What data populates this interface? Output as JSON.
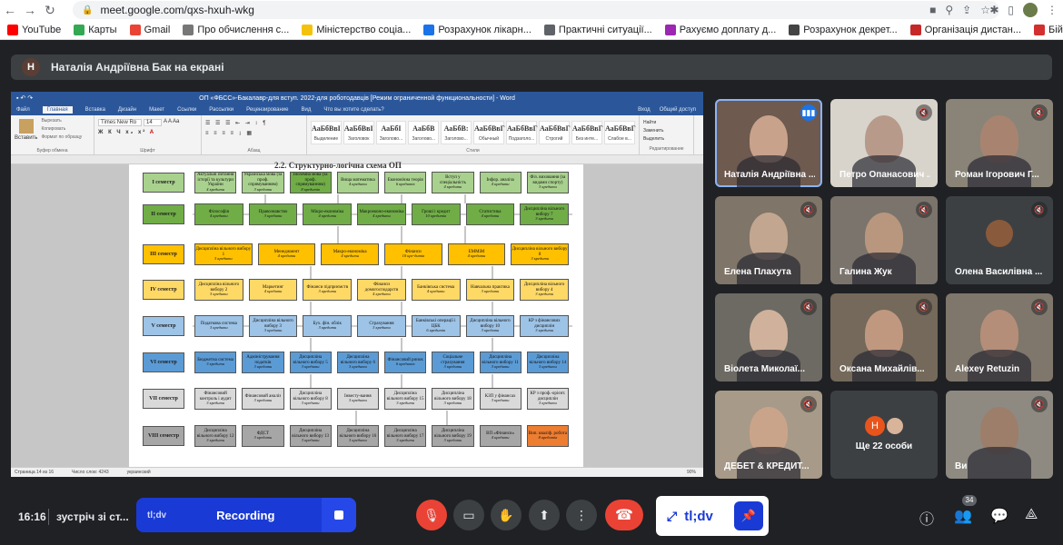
{
  "browser": {
    "url": "meet.google.com/qxs-hxuh-wkg",
    "bookmarks": [
      {
        "label": "YouTube",
        "color": "#ff0000"
      },
      {
        "label": "Карты",
        "color": "#34a853"
      },
      {
        "label": "Gmail",
        "color": "#ea4335"
      },
      {
        "label": "Про обчислення с...",
        "color": "#777777"
      },
      {
        "label": "Міністерство соціа...",
        "color": "#f4c20d"
      },
      {
        "label": "Розрахунок лікарн...",
        "color": "#1a73e8"
      },
      {
        "label": "Практичні ситуації...",
        "color": "#5f6368"
      },
      {
        "label": "Рахуємо доплату д...",
        "color": "#9c27b0"
      },
      {
        "label": "Розрахунок декрет...",
        "color": "#444444"
      },
      {
        "label": "Організація дистан...",
        "color": "#c62828"
      },
      {
        "label": "Бій \"громадські об'...",
        "color": "#d32f2f"
      }
    ]
  },
  "presenter": {
    "initial": "Н",
    "label": "Наталія Андріївна Бак на екрані"
  },
  "word": {
    "title": "ОП «ФБСС»-Бакалавр-для вступ. 2022-для роботодавців [Режим ограниченной функциональности] - Word",
    "tabs": [
      "Файл",
      "Главная",
      "Вставка",
      "Дизайн",
      "Макет",
      "Ссылки",
      "Рассылки",
      "Рецензирование",
      "Вид",
      "Что вы хотите сделать?"
    ],
    "tabs_right": [
      "Вход",
      "Общий доступ"
    ],
    "font_name": "Times New Ro",
    "font_size": "14",
    "group_labels": [
      "Буфер обмена",
      "Шрифт",
      "Абзац",
      "Стили",
      "Редактирование"
    ],
    "clipboard": [
      "Вырезать",
      "Копировать",
      "Формат по образцу"
    ],
    "paste": "Вставить",
    "styles": [
      {
        "sample": "АаБбВвІ",
        "label": "Выделение"
      },
      {
        "sample": "АаБбВвІ",
        "label": "Заголовок"
      },
      {
        "sample": "АаБбІ",
        "label": "Заголово..."
      },
      {
        "sample": "АаБбВ",
        "label": "Заголово..."
      },
      {
        "sample": "АаБбВ:",
        "label": "Заголово..."
      },
      {
        "sample": "АаБбВвГ",
        "label": "Обычный"
      },
      {
        "sample": "АаБбВвГ",
        "label": "Подзаголо..."
      },
      {
        "sample": "АаБбВвГ",
        "label": "Строгий"
      },
      {
        "sample": "АаБбВвГ",
        "label": "Без инте..."
      },
      {
        "sample": "АаБбВвГ",
        "label": "Слабое в..."
      }
    ],
    "editing": [
      "Найти",
      "Заменить",
      "Выделить"
    ],
    "heading": "2.2. Структурно-логічна схема ОП",
    "status": [
      "Страница 14 из 16",
      "Число слов: 4243",
      "украинский"
    ],
    "zoom": "90%"
  },
  "semesters": [
    "І семестр",
    "ІІ семестр",
    "ІІІ семестр",
    "IV семестр",
    "V семестр",
    "VI семестр",
    "VII семестр",
    "VIII семестр"
  ],
  "courses": [
    {
      "row": 0,
      "t": "Актуальні питання історії та культури України",
      "c": "4 кредити",
      "cls": "c-g1"
    },
    {
      "row": 0,
      "t": "Українська мова (за проф. спрямуванням)",
      "c": "3 кредити",
      "cls": "c-g1"
    },
    {
      "row": 0,
      "t": "Іноземна мова (за проф. спрямуванням)",
      "c": "8 кредитів",
      "cls": "c-g2"
    },
    {
      "row": 0,
      "t": "Вища математика",
      "c": "4 кредити",
      "cls": "c-g1"
    },
    {
      "row": 0,
      "t": "Економічна теорія",
      "c": "6 кредитів",
      "cls": "c-g1"
    },
    {
      "row": 0,
      "t": "Вступ у спеціальність",
      "c": "4 кредити",
      "cls": "c-g1"
    },
    {
      "row": 0,
      "t": "Інфор. аналіза",
      "c": "4 кредити",
      "cls": "c-g1"
    },
    {
      "row": 0,
      "t": "Фіз. виховання (за видами спорту)",
      "c": "3 кредити",
      "cls": "c-g1"
    },
    {
      "row": 1,
      "t": "Філософія",
      "c": "4 кредити",
      "cls": "c-g2"
    },
    {
      "row": 1,
      "t": "Правознавство",
      "c": "3 кредити",
      "cls": "c-g2"
    },
    {
      "row": 1,
      "t": "Мікро-економіка",
      "c": "4 кредити",
      "cls": "c-g2"
    },
    {
      "row": 1,
      "t": "Макроеконо-економіка",
      "c": "4 кредити",
      "cls": "c-g2"
    },
    {
      "row": 1,
      "t": "Гроші і кредит",
      "c": "10 кредитів",
      "cls": "c-g2"
    },
    {
      "row": 1,
      "t": "Статистика",
      "c": "4 кредити",
      "cls": "c-g2"
    },
    {
      "row": 1,
      "t": "Дисципліна вільного вибору 7",
      "c": "3 кредити",
      "cls": "c-g2"
    },
    {
      "row": 2,
      "t": "Дисципліна вільного вибору 1",
      "c": "3 кредити",
      "cls": "c-or"
    },
    {
      "row": 2,
      "t": "Менеджмент",
      "c": "4 кредити",
      "cls": "c-or"
    },
    {
      "row": 2,
      "t": "Макро-економіка",
      "c": "4 кредити",
      "cls": "c-or"
    },
    {
      "row": 2,
      "t": "Фінанси",
      "c": "10 кре-дитів",
      "cls": "c-or"
    },
    {
      "row": 2,
      "t": "ЕММіМ",
      "c": "4 кредити",
      "cls": "c-or"
    },
    {
      "row": 2,
      "t": "Дисципліна вільного вибору 8",
      "c": "3 кредити",
      "cls": "c-or"
    },
    {
      "row": 3,
      "t": "Дисципліна вільного вибору 2",
      "c": "3 кредити",
      "cls": "c-pl"
    },
    {
      "row": 3,
      "t": "Маркетинг",
      "c": "4 кредити",
      "cls": "c-pl"
    },
    {
      "row": 3,
      "t": "Фінанси підприємств",
      "c": "3 кредити",
      "cls": "c-pl"
    },
    {
      "row": 3,
      "t": "Фінанси домогосподарств",
      "c": "4 кредити",
      "cls": "c-pl"
    },
    {
      "row": 3,
      "t": "Банківська система",
      "c": "4 кредити",
      "cls": "c-pl"
    },
    {
      "row": 3,
      "t": "Навчальна практика",
      "c": "3 кредити",
      "cls": "c-pl"
    },
    {
      "row": 3,
      "t": "Дисципліна вільного вибору 4",
      "c": "3 кредити",
      "cls": "c-pl"
    },
    {
      "row": 4,
      "t": "Податкова система",
      "c": "3 кредити",
      "cls": "c-b1"
    },
    {
      "row": 4,
      "t": "Дисципліна вільного вибору 3",
      "c": "3 кредити",
      "cls": "c-b1"
    },
    {
      "row": 4,
      "t": "Бух. фін. облік",
      "c": "3 кредити",
      "cls": "c-b1"
    },
    {
      "row": 4,
      "t": "Страхування",
      "c": "3 кредити",
      "cls": "c-b1"
    },
    {
      "row": 4,
      "t": "Банківські операції і ЦБК",
      "c": "6 кредитів",
      "cls": "c-b1"
    },
    {
      "row": 4,
      "t": "Дисципліна вільного вибору 10",
      "c": "3 кредити",
      "cls": "c-b1"
    },
    {
      "row": 4,
      "t": "КР з фінансових дисциплін",
      "c": "3 кредити",
      "cls": "c-b1"
    },
    {
      "row": 5,
      "t": "Бюджетна система",
      "c": "3 кредити",
      "cls": "c-b2"
    },
    {
      "row": 5,
      "t": "Адміністрування податків",
      "c": "3 кредити",
      "cls": "c-b2"
    },
    {
      "row": 5,
      "t": "Дисципліна вільного вибору 5",
      "c": "3 кредити",
      "cls": "c-b2"
    },
    {
      "row": 5,
      "t": "Дисципліна вільного вибору 6",
      "c": "3 кредити",
      "cls": "c-b2"
    },
    {
      "row": 5,
      "t": "Фінансовий ринок",
      "c": "6 кредитів",
      "cls": "c-b2"
    },
    {
      "row": 5,
      "t": "Соціальне страхування",
      "c": "3 кредити",
      "cls": "c-b2"
    },
    {
      "row": 5,
      "t": "Дисципліна вільного вибору 11",
      "c": "3 кредити",
      "cls": "c-b2"
    },
    {
      "row": 5,
      "t": "Дисципліна вільного вибору 14",
      "c": "3 кредити",
      "cls": "c-b2"
    },
    {
      "row": 6,
      "t": "Фінансовий контроль і аудит",
      "c": "3 кредити",
      "cls": "c-gy"
    },
    {
      "row": 6,
      "t": "Фінансовий аналіз",
      "c": "3 кредити",
      "cls": "c-gy"
    },
    {
      "row": 6,
      "t": "Дисципліна вільного вибору 8",
      "c": "3 кредити",
      "cls": "c-gy"
    },
    {
      "row": 6,
      "t": "Інвесту-вання",
      "c": "3 кредити",
      "cls": "c-gy"
    },
    {
      "row": 6,
      "t": "Дисципліна вільного вибору 15",
      "c": "3 кредити",
      "cls": "c-gy"
    },
    {
      "row": 6,
      "t": "Дисципліна вільного вибору 18",
      "c": "3 кредити",
      "cls": "c-gy"
    },
    {
      "row": 6,
      "t": "КЗП у фінансах",
      "c": "3 кредити",
      "cls": "c-gy"
    },
    {
      "row": 6,
      "t": "КР з проф.-орієнт. дисциплін",
      "c": "3 кредити",
      "cls": "c-gy"
    },
    {
      "row": 7,
      "t": "Дисципліна вільного вибору 12",
      "c": "3 кредити",
      "cls": "c-gd"
    },
    {
      "row": 7,
      "t": "ФДСТ",
      "c": "3 кредити",
      "cls": "c-gd"
    },
    {
      "row": 7,
      "t": "Дисципліна вільного вибору 13",
      "c": "3 кредити",
      "cls": "c-gd"
    },
    {
      "row": 7,
      "t": "Дисципліна вільного вибору 16",
      "c": "3 кредити",
      "cls": "c-gd"
    },
    {
      "row": 7,
      "t": "Дисципліна вільного вибору 17",
      "c": "3 кредити",
      "cls": "c-gd"
    },
    {
      "row": 7,
      "t": "Дисципліна вільного вибору 19",
      "c": "3 кредити",
      "cls": "c-gd"
    },
    {
      "row": 7,
      "t": "ВП «Фінанси»",
      "c": "4 кредити",
      "cls": "c-gd"
    },
    {
      "row": 7,
      "t": "Вип. кваліф. робота",
      "c": "8 кредитів",
      "cls": "c-od"
    }
  ],
  "participants": [
    {
      "name": "Наталія Андріївна ...",
      "speaking": true
    },
    {
      "name": "Петро Опанасович ...",
      "muted": true
    },
    {
      "name": "Роман Ігорович Г...",
      "muted": true
    },
    {
      "name": "Елена Плахута",
      "muted": true
    },
    {
      "name": "Галина Жук",
      "muted": true
    },
    {
      "name": "Олена Василівна ...",
      "muted": true
    },
    {
      "name": "Віолета Миколаї...",
      "muted": true
    },
    {
      "name": "Оксана Михайлів...",
      "muted": true
    },
    {
      "name": "Alexey Retuzin",
      "muted": true
    },
    {
      "name": "ДЕБЕТ & КРЕДИТ...",
      "muted": true
    },
    {
      "name": "Ще 22 особи",
      "others": true
    },
    {
      "name": "Ви",
      "muted": true
    }
  ],
  "others_avatar": "Н",
  "bottom": {
    "time": "16:16",
    "meeting": "зустріч зі ст...",
    "rec_logo": "tl;dv",
    "recording": "Recording",
    "tldv": "tl;dv",
    "participants_count": "34"
  }
}
